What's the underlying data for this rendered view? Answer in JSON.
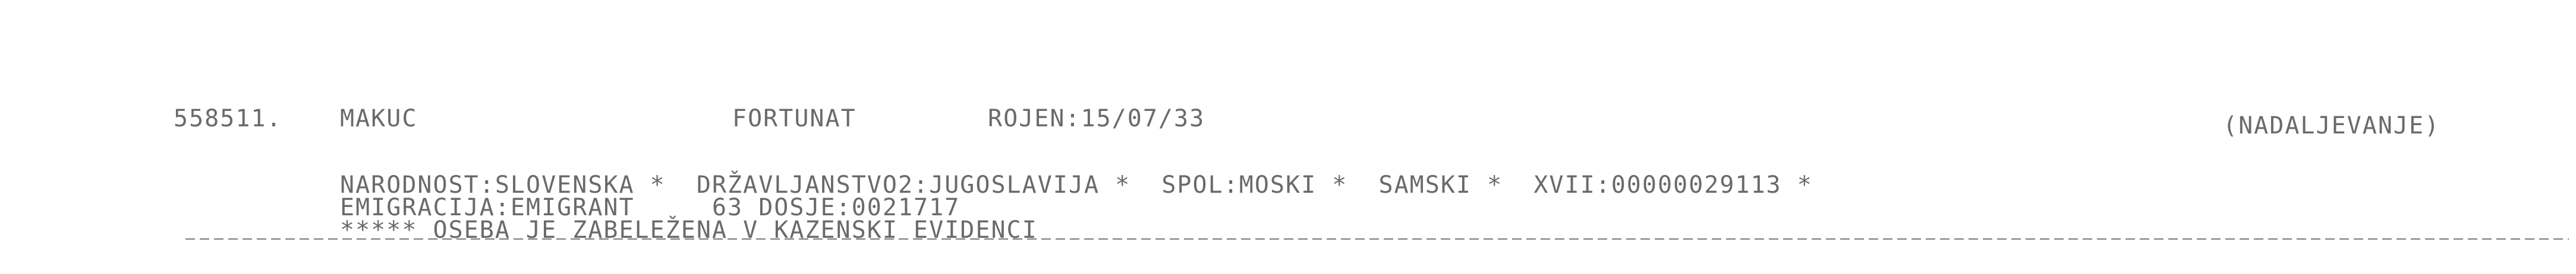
{
  "header": {
    "record_id": "558511.",
    "surname": "MAKUC",
    "forename": "FORTUNAT",
    "born": "ROJEN:15/07/33",
    "continuation": "(NADALJEVANJE)"
  },
  "details": {
    "line1": "NARODNOST:SLOVENSKA *  DRŽAVLJANSTVO2:JUGOSLAVIJA *  SPOL:MOSKI *  SAMSKI *  XVII:00000029113 *",
    "line2": "EMIGRACIJA:EMIGRANT     63 DOSJE:0021717",
    "line3": "***** OSEBA JE ZABELEŽENA V KAZENSKI EVIDENCI"
  }
}
